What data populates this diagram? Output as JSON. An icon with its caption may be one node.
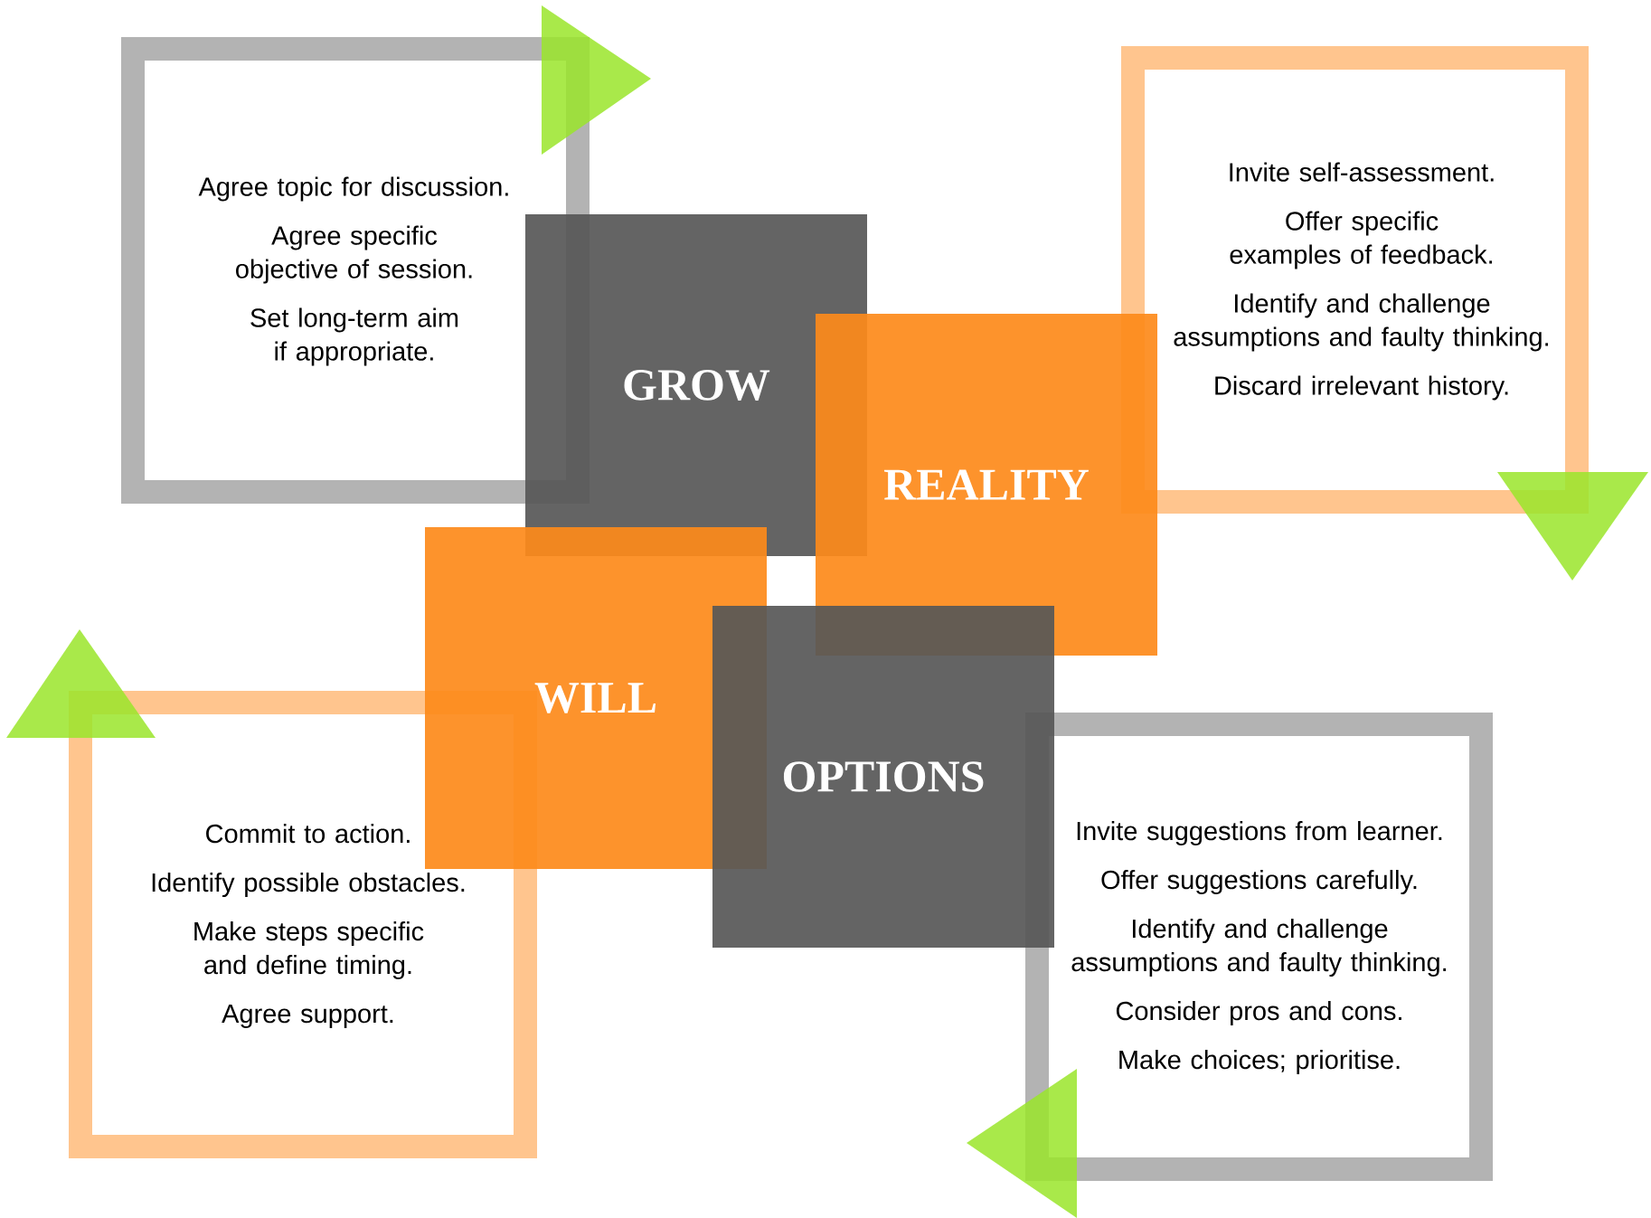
{
  "diagram": {
    "nodes": [
      {
        "text": [
          "Agree topic for discussion.",
          "Agree specific objective of session.",
          "Set long-term aim if appropriate."
        ]
      },
      {
        "text": [
          "GROW"
        ]
      },
      {
        "text": [
          "Invite self-assessment.",
          "Offer specific examples of feedback.",
          "Identify and challenge assumptions and faulty thinking.",
          "Discard irrelevant history."
        ]
      },
      {
        "text": [
          "REALITY"
        ]
      },
      {
        "text": [
          "WILL"
        ]
      },
      {
        "text": [
          "OPTIONS"
        ]
      },
      {
        "text": [
          "Commit to action.",
          "Identify possible obstacles.",
          "Make steps specific and define timing.",
          "Agree support."
        ]
      },
      {
        "text": [
          "Invite suggestions from learner.",
          "Offer suggestions carefully.",
          "Identify and challenge assumptions and faulty thinking.",
          "Consider pros and cons.",
          "Make choices; prioritise."
        ]
      }
    ]
  }
}
